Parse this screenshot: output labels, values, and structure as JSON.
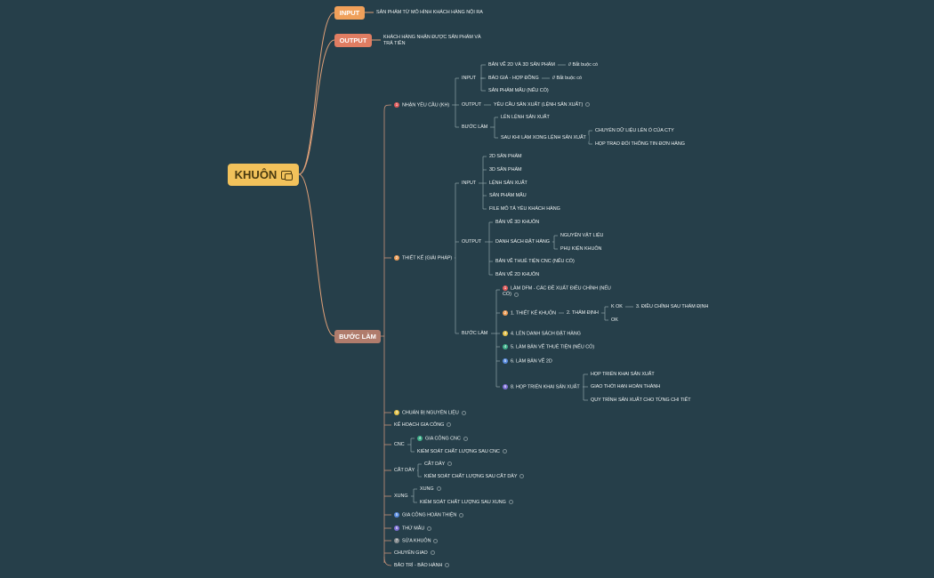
{
  "root": {
    "label": "KHUÔN"
  },
  "main": {
    "input": {
      "label": "INPUT",
      "note": "SẢN PHẨM TỪ MÔ HÌNH KHÁCH HÀNG NỘI RA"
    },
    "output": {
      "label": "OUTPUT",
      "note": "KHÁCH HÀNG NHẬN ĐƯỢC SẢN PHẨM VÀ TRẢ TIỀN"
    },
    "steps": {
      "label": "BƯỚC LÀM"
    }
  },
  "s1": {
    "num": "1",
    "label": "NHẬN YÊU CẦU (KH)",
    "input": "INPUT",
    "in1": "BẢN VẼ 2D VÀ 3D SẢN PHẨM",
    "in1n": "// Bắt buộc có",
    "in2": "BÁO GIÁ - HỢP ĐỒNG",
    "in2n": "// Bắt buộc có",
    "in3": "SẢN PHẨM MẪU (NẾU CÓ)",
    "output": "OUTPUT",
    "out1": "YÊU CẦU SẢN XUẤT (LỆNH SẢN XUẤT)",
    "steps": "BƯỚC LÀM",
    "st1": "LÊN LỆNH SẢN XUẤT",
    "st2": "SAU KHI LÀM XONG LỆNH SẢN XUẤT",
    "st2a": "CHUYỂN DỮ LIỆU LÊN Ổ CỦA CTY",
    "st2b": "HỌP TRAO ĐỔI THÔNG TIN ĐƠN HÀNG"
  },
  "s2": {
    "num": "2",
    "label": "THIẾT KẾ (GIẢI PHÁP)",
    "input": "INPUT",
    "in1": "2D SẢN PHẨM",
    "in2": "3D SẢN PHẨM",
    "in3": "LỆNH SẢN XUẤT",
    "in4": "SẢN PHẨM MẪU",
    "in5": "FILE MÔ TẢ YÊU KHÁCH HÀNG",
    "output": "OUTPUT",
    "out1": "BẢN VẼ 3D KHUÔN",
    "out2": "DANH SÁCH ĐẶT HÀNG",
    "out2a": "NGUYÊN VẬT LIỆU",
    "out2b": "PHỤ KIỆN KHUÔN",
    "out3": "BẢN VẼ THUÊ TIỆN CNC (NẾU CÓ)",
    "out4": "BẢN VẼ 2D KHUÔN",
    "steps": "BƯỚC LÀM",
    "b1": "LÀM DFM - CÁC ĐỀ XUẤT ĐIỀU CHỈNH (NẾU CÓ)",
    "b2": "1. THIẾT KẾ KHUÔN",
    "b2a": "2. THẨM ĐỊNH",
    "b2ak": "K OK",
    "b2akn": "3. ĐIỀU CHỈNH SAU THẨM ĐỊNH",
    "b2ao": "OK",
    "b3": "4. LÊN DANH SÁCH ĐẶT HÀNG",
    "b4": "5. LÀM BẢN VẼ THUÊ TIỆN (NẾU CÓ)",
    "b5": "6. LÀM BẢN VẼ 2D",
    "b6": "8. HỌP TRIỂN KHAI SẢN XUẤT",
    "b6a": "HỌP TRIỂN KHAI SẢN XUẤT",
    "b6b": "GIAO THỜI HẠN HOÀN THÀNH",
    "b6c": "QUY TRÌNH SẢN XUẤT CHO TỪNG CHI TIẾT",
    "bn1": "1",
    "bn2": "2",
    "bn3": "3",
    "bn4": "4",
    "bn5": "5",
    "bn6": "6"
  },
  "s3": {
    "num": "3",
    "label": "CHUẨN BỊ NGUYÊN LIỆU"
  },
  "s4": {
    "label": "KẾ HOẠCH GIA CÔNG"
  },
  "cnc": {
    "label": "CNC",
    "a": "GIA CÔNG CNC",
    "anum": "4",
    "b": "KIỂM SOÁT CHẤT LƯỢNG SAU CNC"
  },
  "cat": {
    "label": "CẮT DÂY",
    "a": "CẮT DÂY",
    "b": "KIỂM SOÁT CHẤT LƯỢNG SAU CẮT DÂY"
  },
  "xung": {
    "label": "XUNG",
    "a": "XUNG",
    "b": "KIỂM SOÁT CHẤT LƯỢNG SAU XUNG"
  },
  "s5": {
    "num": "5",
    "label": "GIA CÔNG HOÀN THIỆN"
  },
  "s6": {
    "num": "6",
    "label": "THỬ MẪU"
  },
  "s7": {
    "num": "7",
    "label": "SỬA KHUÔN"
  },
  "s8": {
    "label": "CHUYỂN GIAO"
  },
  "s9": {
    "label": "BẢO TRÌ - BẢO HÀNH"
  },
  "colors": {
    "bg": "#263f4a",
    "root": "#f2c25b",
    "input": "#f0a05a",
    "output": "#e07d62",
    "steps": "#b07c6c",
    "link": "#e0a078",
    "sublink": "#9fb2b8"
  }
}
